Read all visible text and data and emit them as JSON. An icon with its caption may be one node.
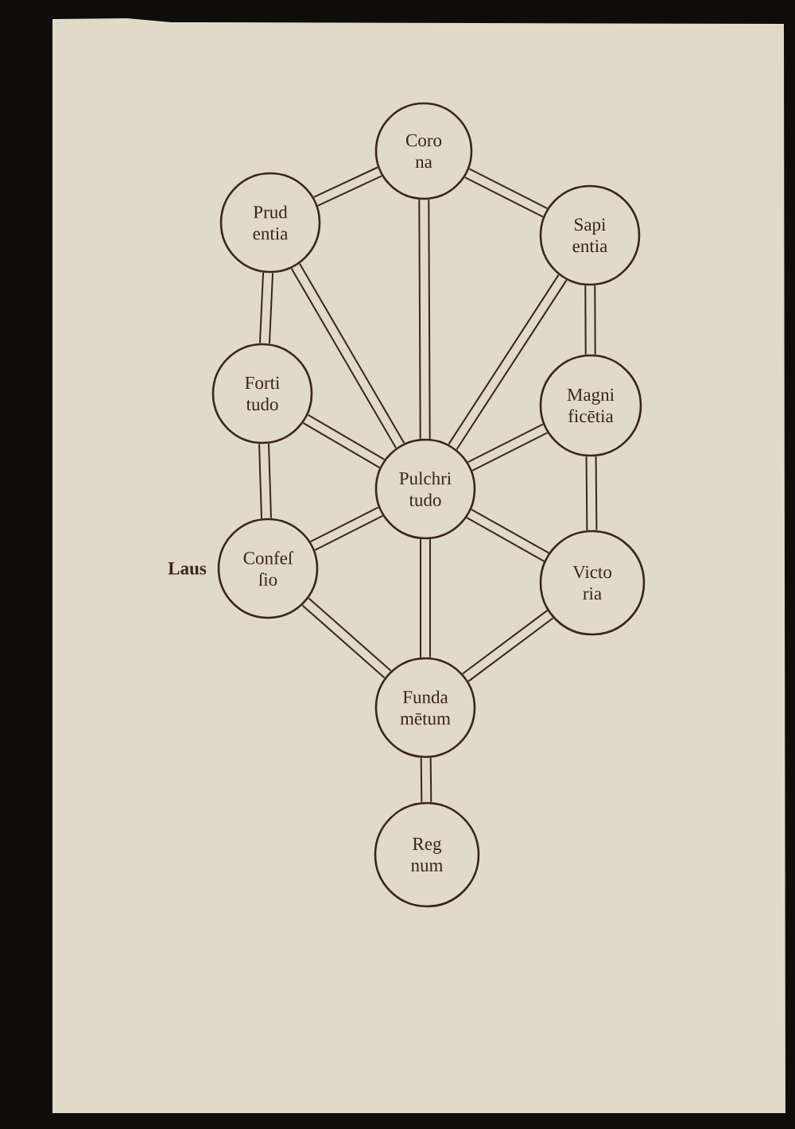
{
  "diagram": {
    "nodes": [
      {
        "text": [
          "Coro na"
        ]
      },
      {
        "text": [
          "Prud entia"
        ]
      },
      {
        "text": [
          "Sapi entia"
        ]
      },
      {
        "text": [
          "Forti tudo"
        ]
      },
      {
        "text": [
          "Magni ficētia"
        ]
      },
      {
        "text": [
          "Pulchri tudo"
        ]
      },
      {
        "text": [
          "Confeſ ſio"
        ],
        "beside": [
          "Laus"
        ]
      },
      {
        "text": [
          "Victo ria"
        ]
      },
      {
        "text": [
          "Funda mētum"
        ]
      },
      {
        "text": [
          "Reg num"
        ]
      }
    ],
    "edges": [
      {
        "from": 0,
        "to": 1,
        "arrow": "none"
      },
      {
        "from": 0,
        "to": 2,
        "arrow": "none"
      },
      {
        "from": 0,
        "to": 5,
        "arrow": "none"
      },
      {
        "from": 1,
        "to": 3,
        "arrow": "none"
      },
      {
        "from": 1,
        "to": 5,
        "arrow": "none"
      },
      {
        "from": 2,
        "to": 4,
        "arrow": "none"
      },
      {
        "from": 2,
        "to": 5,
        "arrow": "none"
      },
      {
        "from": 3,
        "to": 5,
        "arrow": "none"
      },
      {
        "from": 3,
        "to": 6,
        "arrow": "none"
      },
      {
        "from": 4,
        "to": 5,
        "arrow": "none"
      },
      {
        "from": 4,
        "to": 7,
        "arrow": "none"
      },
      {
        "from": 5,
        "to": 6,
        "arrow": "none"
      },
      {
        "from": 5,
        "to": 7,
        "arrow": "none"
      },
      {
        "from": 5,
        "to": 8,
        "arrow": "none"
      },
      {
        "from": 6,
        "to": 8,
        "arrow": "none"
      },
      {
        "from": 7,
        "to": 8,
        "arrow": "none"
      },
      {
        "from": 8,
        "to": 9,
        "arrow": "none"
      }
    ]
  }
}
